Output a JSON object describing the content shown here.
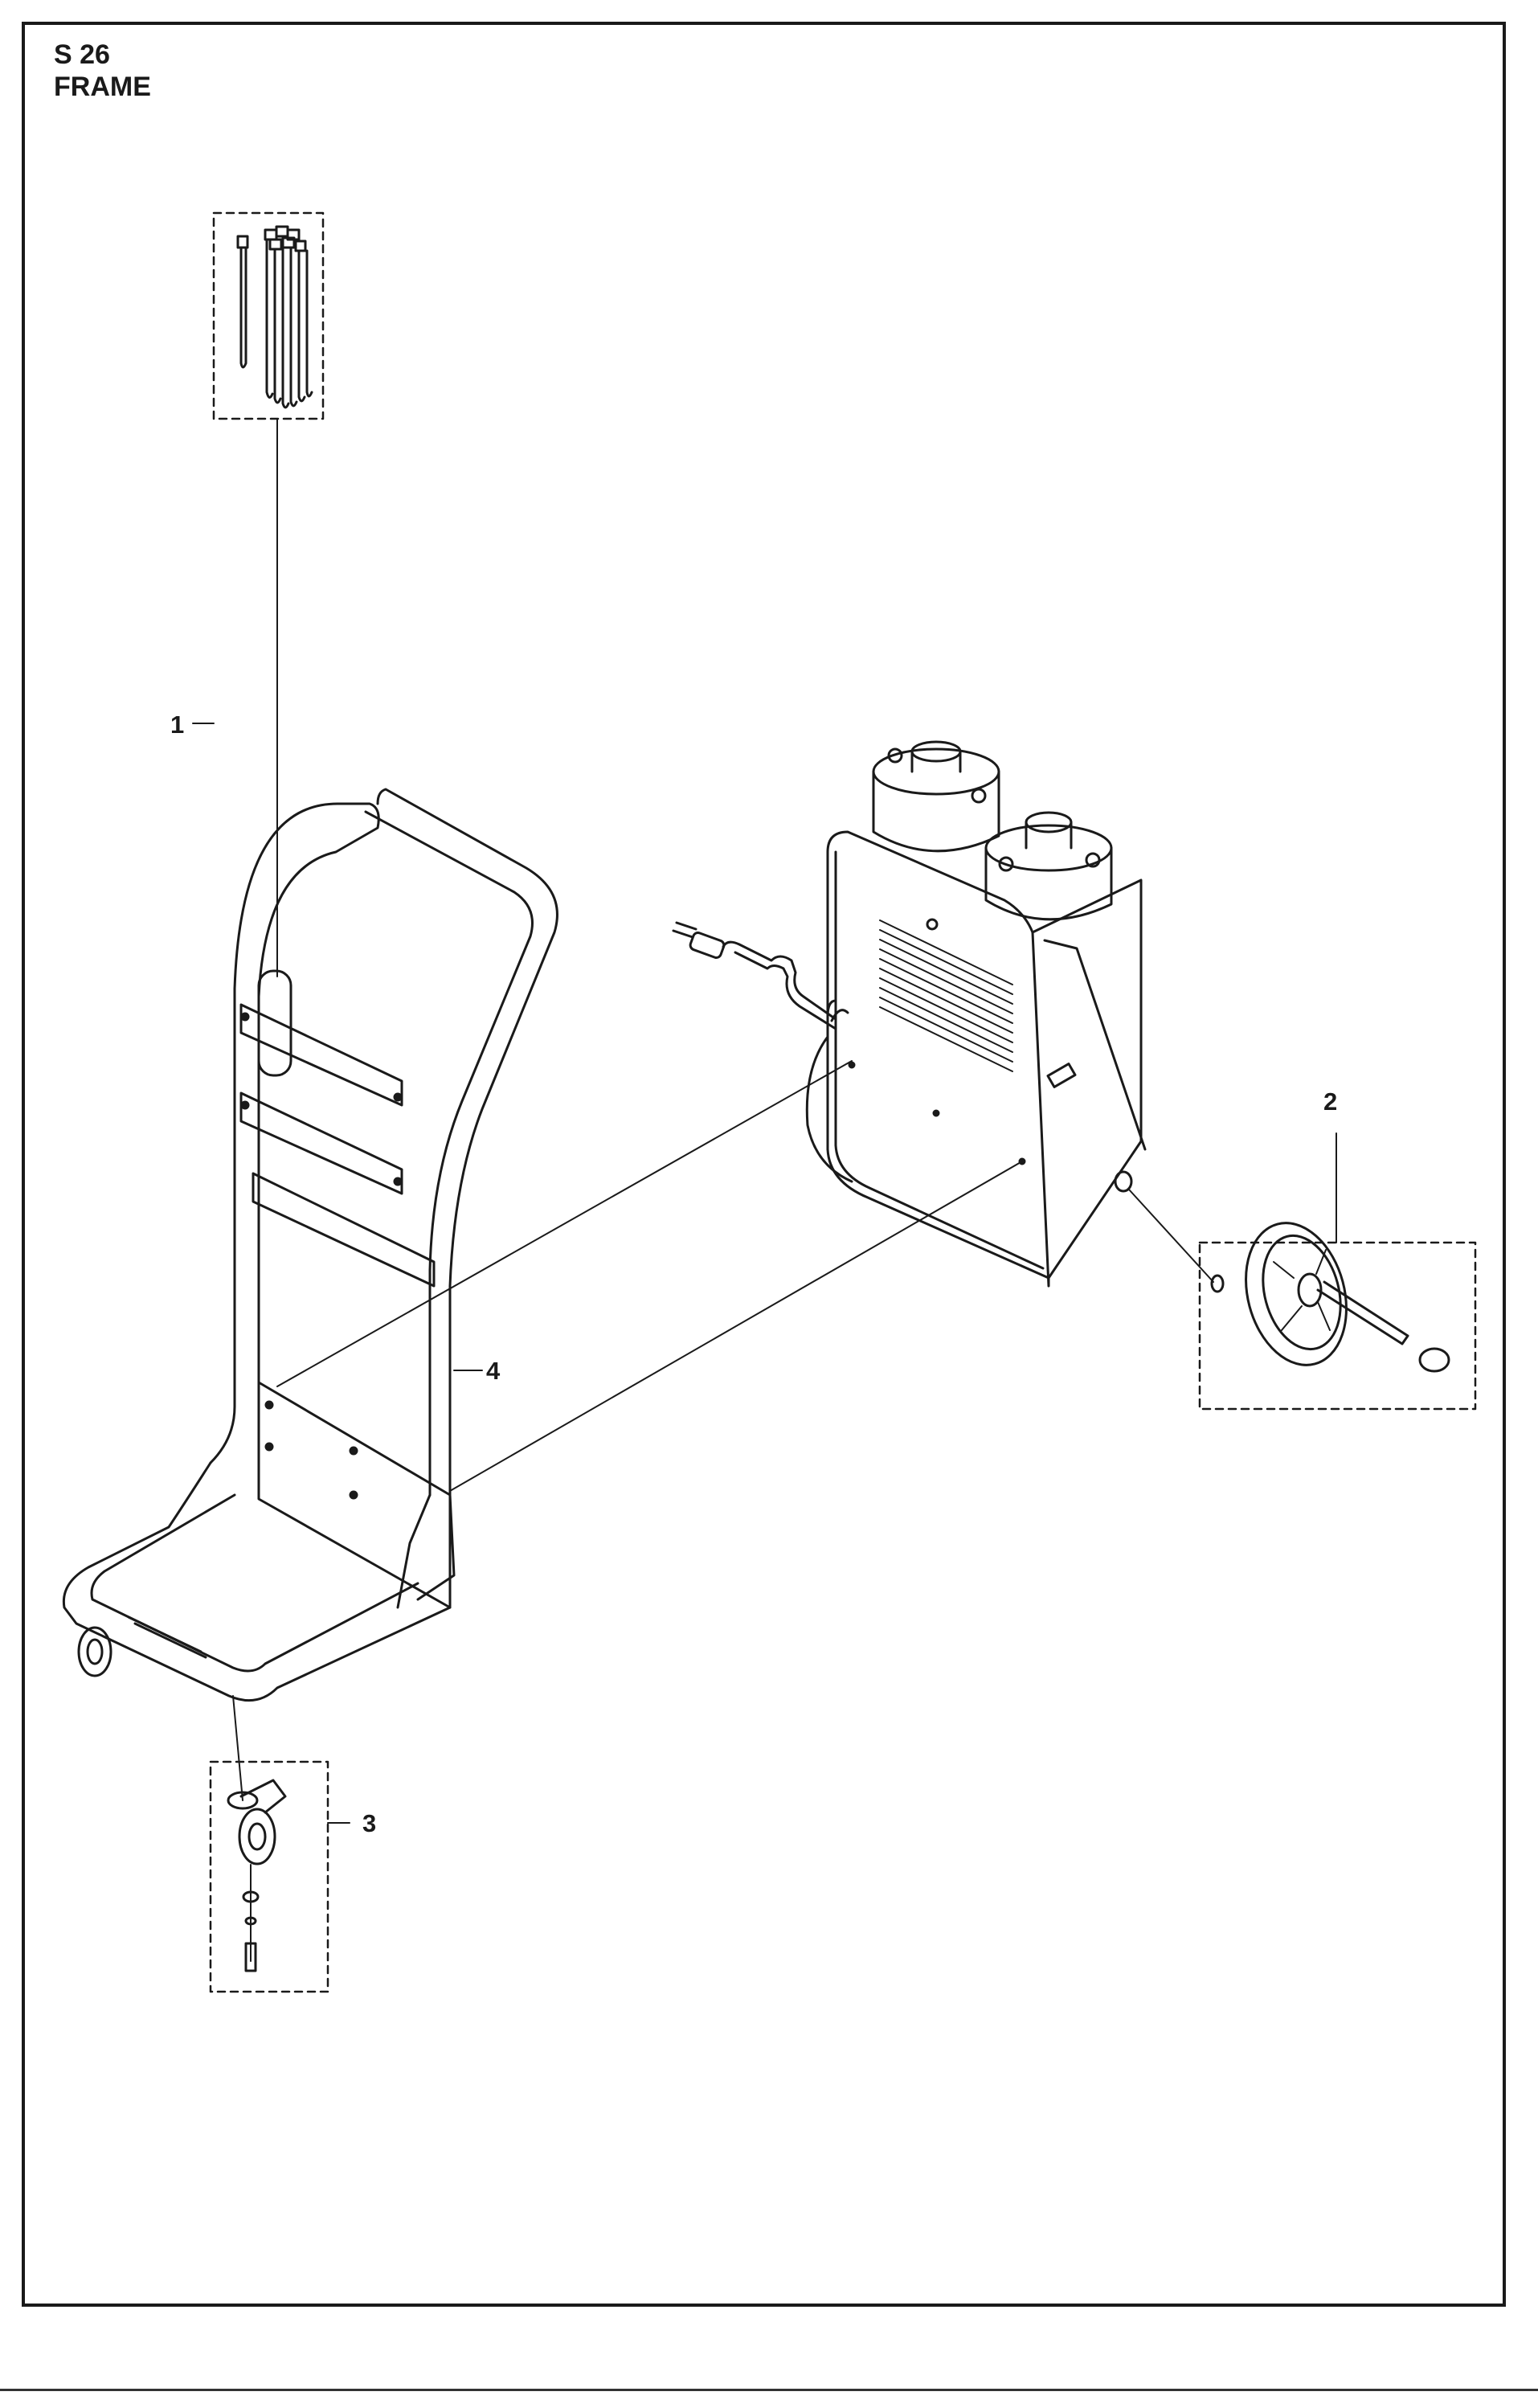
{
  "header": {
    "section_code": "S 26",
    "section_title": "FRAME"
  },
  "callouts": [
    {
      "id": "1",
      "part": "cable ties"
    },
    {
      "id": "2",
      "part": "rear wheel assembly"
    },
    {
      "id": "3",
      "part": "caster wheel assembly"
    },
    {
      "id": "4",
      "part": "trolley frame"
    }
  ]
}
